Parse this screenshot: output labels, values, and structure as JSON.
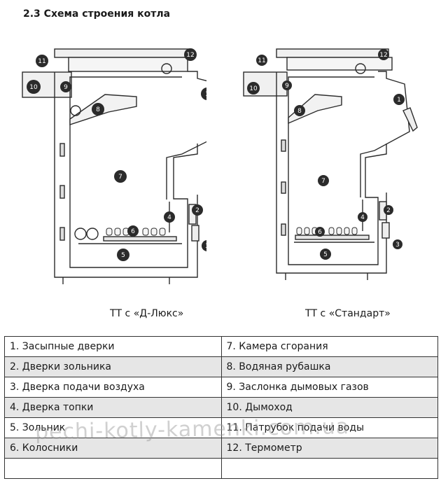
{
  "section_heading": "2.3  Схема строения котла",
  "diagrams": {
    "left_caption": "ТТ с «Д-Люкс»",
    "right_caption": "ТТ с «Стандарт»"
  },
  "legend": {
    "rows": [
      {
        "left": "1. Засыпные дверки",
        "right": "7. Камера сгорания"
      },
      {
        "left": "2. Дверки зольника",
        "right": "8. Водяная рубашка"
      },
      {
        "left": "3. Дверка подачи воздуха",
        "right": "9. Заслонка дымовых газов"
      },
      {
        "left": "4. Дверка топки",
        "right": "10. Дымоход"
      },
      {
        "left": "5. Зольник",
        "right": "11. Патрубок подачи воды"
      },
      {
        "left": "6. Колосники",
        "right": "12. Термометр"
      },
      {
        "left": "",
        "right": ""
      }
    ]
  },
  "watermark": "pechi-kotly-kamenki.com.ua",
  "callouts": [
    "1",
    "2",
    "3",
    "4",
    "5",
    "6",
    "7",
    "8",
    "9",
    "10",
    "11",
    "12"
  ]
}
